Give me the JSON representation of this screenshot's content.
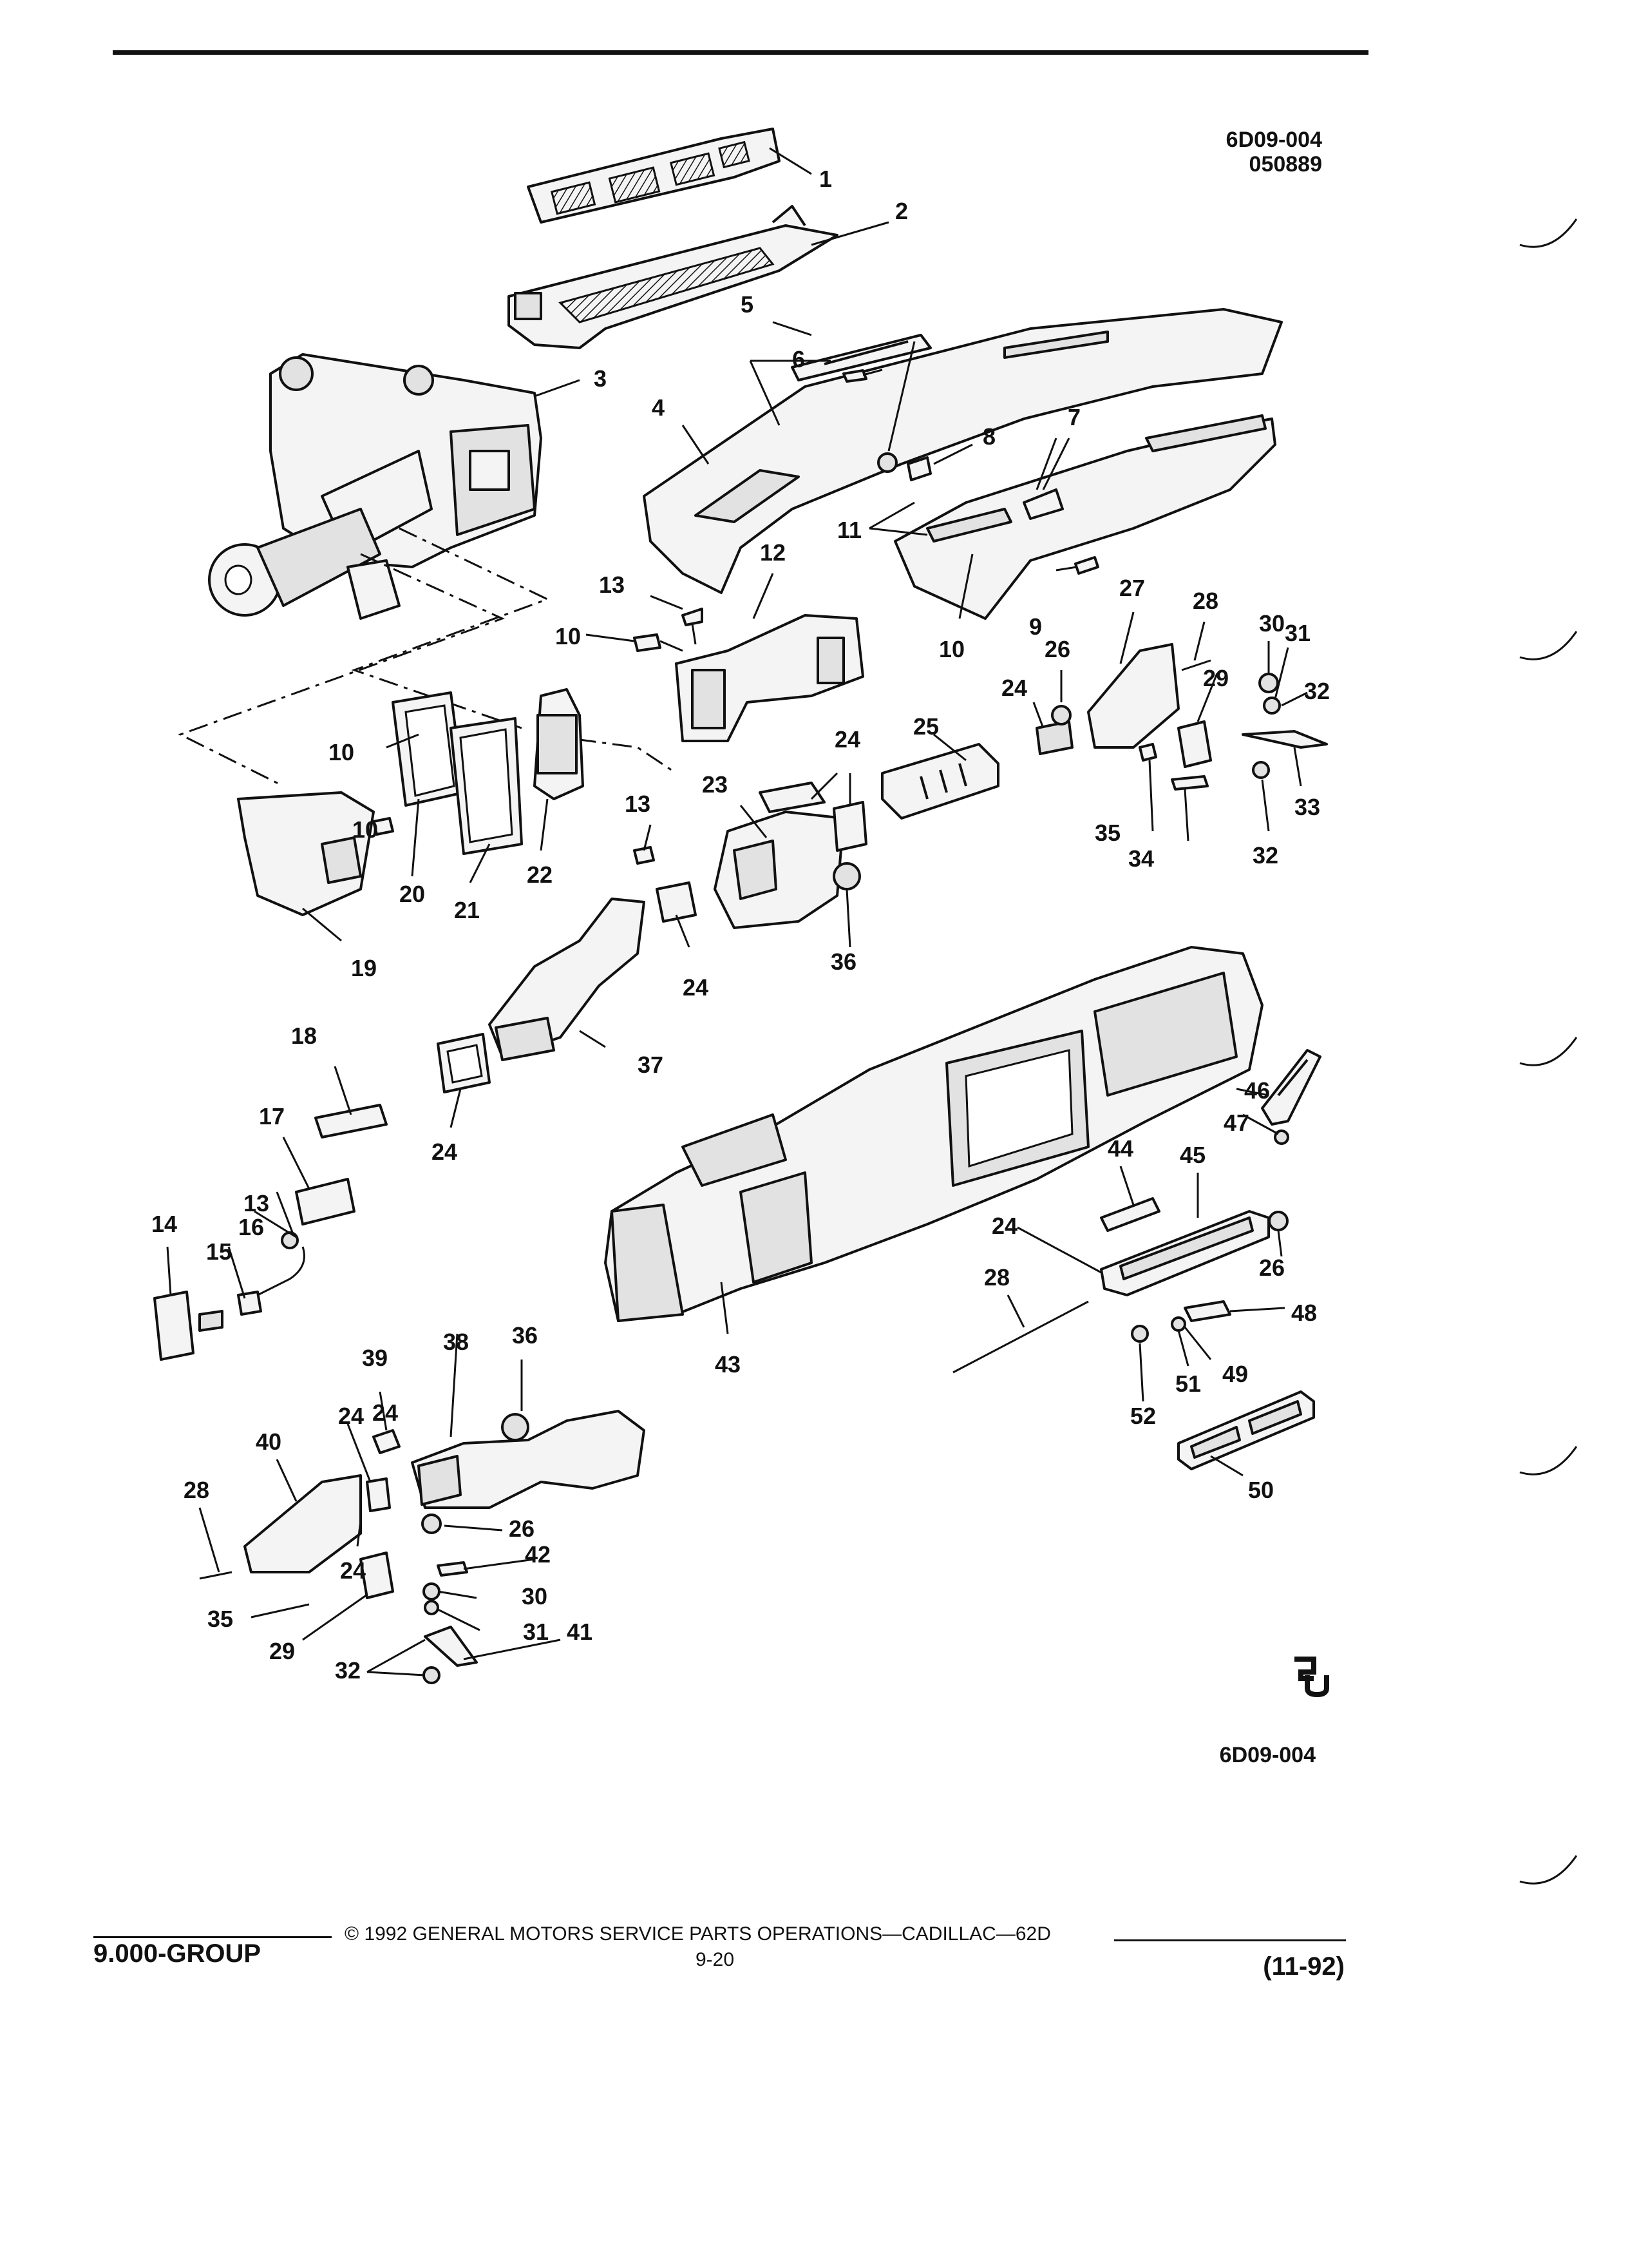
{
  "header": {
    "figure_code": "6D09-004",
    "date_code": "050889"
  },
  "figure": {
    "footer_code": "6D09-004",
    "callouts": [
      "1",
      "2",
      "3",
      "4",
      "5",
      "6",
      "7",
      "8",
      "9",
      "10",
      "10",
      "10",
      "10",
      "11",
      "12",
      "13",
      "13",
      "13",
      "14",
      "15",
      "16",
      "17",
      "18",
      "19",
      "20",
      "21",
      "22",
      "23",
      "24",
      "24",
      "24",
      "24",
      "24",
      "24",
      "24",
      "24",
      "25",
      "26",
      "26",
      "26",
      "27",
      "28",
      "28",
      "28",
      "29",
      "29",
      "30",
      "30",
      "31",
      "31",
      "32",
      "32",
      "32",
      "33",
      "34",
      "35",
      "35",
      "36",
      "36",
      "37",
      "38",
      "39",
      "40",
      "41",
      "42",
      "43",
      "44",
      "45",
      "46",
      "47",
      "48",
      "49",
      "50",
      "51",
      "52"
    ]
  },
  "footer": {
    "group": "9.000-GROUP",
    "copyright": "© 1992 GENERAL MOTORS SERVICE PARTS OPERATIONS—CADILLAC—62D",
    "page": "9-20",
    "revision": "(11-92)"
  }
}
